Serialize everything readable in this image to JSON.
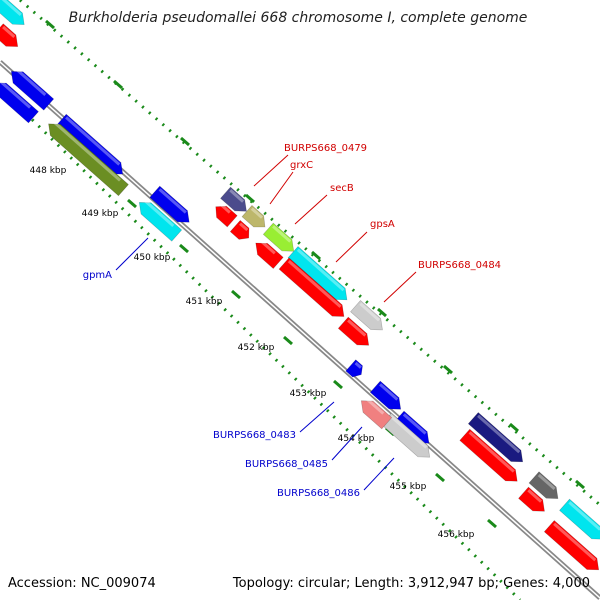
{
  "title": "Burkholderia pseudomallei 668 chromosome I, complete genome",
  "footer": {
    "accession": "Accession: NC_009074",
    "summary": "Topology: circular; Length: 3,912,947 bp; Genes: 4,000"
  },
  "ticks": [
    "448 kbp",
    "449 kbp",
    "450 kbp",
    "451 kbp",
    "452 kbp",
    "453 kbp",
    "454 kbp",
    "455 kbp",
    "456 kbp"
  ],
  "gene_labels": [
    {
      "name": "BURPS668_0479",
      "strand": "forward"
    },
    {
      "name": "grxC",
      "strand": "forward"
    },
    {
      "name": "secB",
      "strand": "forward"
    },
    {
      "name": "gpsA",
      "strand": "forward"
    },
    {
      "name": "BURPS668_0484",
      "strand": "forward"
    },
    {
      "name": "gpmA",
      "strand": "reverse"
    },
    {
      "name": "BURPS668_0483",
      "strand": "reverse"
    },
    {
      "name": "BURPS668_0485",
      "strand": "reverse"
    },
    {
      "name": "BURPS668_0486",
      "strand": "reverse"
    }
  ],
  "colors": {
    "forward_label": "#d10000",
    "reverse_label": "#0000cc",
    "backbone": "#888888",
    "tick_marks": "#1a8a1a",
    "red_feature": "#ff0000",
    "blue_feature": "#0000ee",
    "cyan_feature": "#00e5ee",
    "olive_feature": "#6b8e23",
    "gray_feature": "#cccccc",
    "navy_feature": "#1a1a80",
    "purple_feature": "#4b4b8c",
    "khaki_feature": "#bdb76b",
    "lime_feature": "#99ee33",
    "pink_feature": "#f08080",
    "darkgray_feature": "#666666"
  }
}
